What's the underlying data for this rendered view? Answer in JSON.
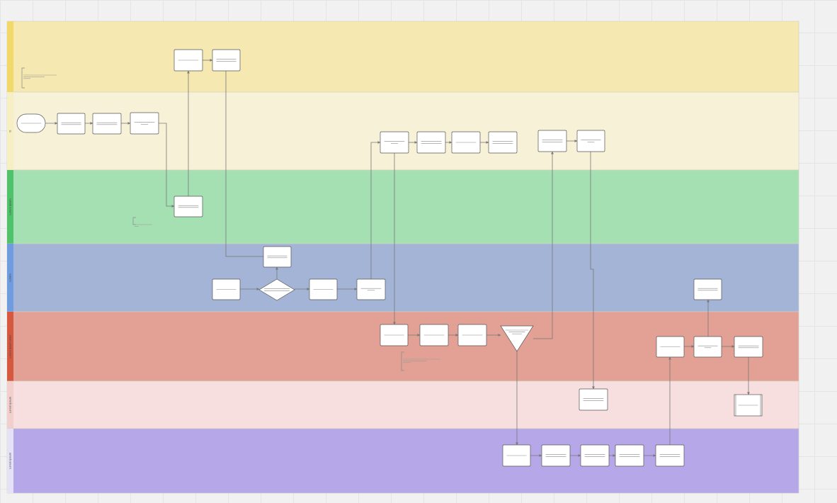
{
  "canvas": {
    "background": "#f1f1f1",
    "grid_color": "#e4e4e4"
  },
  "diagram": {
    "type": "swimlane-flowchart",
    "lanes": [
      {
        "id": "lane-1",
        "label": "",
        "color": "#f5e8b0",
        "header_color": "#f2d769"
      },
      {
        "id": "lane-2",
        "label": "G",
        "color": "#f7f2d7",
        "header_color": "#f6efc4"
      },
      {
        "id": "lane-3",
        "label": "Lorem ipsum",
        "color": "#a5e0b3",
        "header_color": "#4fc36c"
      },
      {
        "id": "lane-4",
        "label": "Lorem",
        "color": "#a3b4d6",
        "header_color": "#6f9be0"
      },
      {
        "id": "lane-5",
        "label": "Lorem ipsum dolor",
        "color": "#e3a195",
        "header_color": "#d5583f"
      },
      {
        "id": "lane-6",
        "label": "Lorem ipsum",
        "color": "#f6dfde",
        "header_color": "#f2cfcd"
      },
      {
        "id": "lane-7",
        "label": "Lorem ipsum",
        "color": "#b6a7e8",
        "header_color": "#e6e2f5"
      }
    ],
    "node_style": {
      "fill": "#ffffff",
      "stroke": "#555555",
      "line_color": "#888888"
    },
    "edge_color": "#777777",
    "nodes": [
      {
        "id": "n1",
        "shape": "rect",
        "lines": 1
      },
      {
        "id": "n2",
        "shape": "rect",
        "lines": 2
      },
      {
        "id": "n3",
        "shape": "terminal",
        "lines": 1
      },
      {
        "id": "n4",
        "shape": "rect",
        "lines": 2
      },
      {
        "id": "n5",
        "shape": "rect",
        "lines": 2
      },
      {
        "id": "n6",
        "shape": "rect",
        "lines": 2
      },
      {
        "id": "n7",
        "shape": "rect",
        "lines": 2
      },
      {
        "id": "n8",
        "shape": "rect",
        "lines": 2
      },
      {
        "id": "n9",
        "shape": "rect",
        "lines": 2
      },
      {
        "id": "n10",
        "shape": "rect",
        "lines": 1
      },
      {
        "id": "n11",
        "shape": "rect",
        "lines": 2
      },
      {
        "id": "n12",
        "shape": "rect",
        "lines": 2
      },
      {
        "id": "n13",
        "shape": "rect",
        "lines": 2
      },
      {
        "id": "n14",
        "shape": "rect",
        "lines": 2
      },
      {
        "id": "n15",
        "shape": "rect",
        "lines": 1
      },
      {
        "id": "n16",
        "shape": "decision",
        "lines": 2
      },
      {
        "id": "n17",
        "shape": "rect",
        "lines": 1
      },
      {
        "id": "n18",
        "shape": "rect",
        "lines": 2
      },
      {
        "id": "n19",
        "shape": "rect",
        "lines": 2
      },
      {
        "id": "n20",
        "shape": "rect",
        "lines": 1
      },
      {
        "id": "n21",
        "shape": "rect",
        "lines": 1
      },
      {
        "id": "n22",
        "shape": "rect",
        "lines": 1
      },
      {
        "id": "n23",
        "shape": "merge",
        "lines": 3
      },
      {
        "id": "n24",
        "shape": "rect",
        "lines": 1
      },
      {
        "id": "n25",
        "shape": "rect",
        "lines": 2
      },
      {
        "id": "n26",
        "shape": "rect",
        "lines": 2
      },
      {
        "id": "n27",
        "shape": "rect",
        "lines": 2
      },
      {
        "id": "n28",
        "shape": "document",
        "lines": 1
      },
      {
        "id": "n29",
        "shape": "rect",
        "lines": 1
      },
      {
        "id": "n30",
        "shape": "rect",
        "lines": 2
      },
      {
        "id": "n31",
        "shape": "rect",
        "lines": 2
      },
      {
        "id": "n32",
        "shape": "rect",
        "lines": 2
      },
      {
        "id": "n33",
        "shape": "rect",
        "lines": 2
      }
    ],
    "annotations": [
      {
        "id": "note-1",
        "lines": 3
      },
      {
        "id": "note-2",
        "lines": 2
      },
      {
        "id": "note-3",
        "lines": 3
      }
    ],
    "edges": [
      {
        "from": "n3",
        "to": "n4"
      },
      {
        "from": "n4",
        "to": "n5"
      },
      {
        "from": "n5",
        "to": "n6"
      },
      {
        "from": "n6",
        "to": "n7"
      },
      {
        "from": "n7",
        "to": "n1"
      },
      {
        "from": "n1",
        "to": "n2"
      },
      {
        "from": "n2",
        "to": "n15"
      },
      {
        "from": "n15",
        "to": "n16"
      },
      {
        "from": "n16",
        "to": "n14"
      },
      {
        "from": "n16",
        "to": "n17"
      },
      {
        "from": "n17",
        "to": "n18"
      },
      {
        "from": "n18",
        "to": "n8"
      },
      {
        "from": "n8",
        "to": "n9"
      },
      {
        "from": "n9",
        "to": "n10"
      },
      {
        "from": "n10",
        "to": "n11"
      },
      {
        "from": "n8",
        "to": "n20"
      },
      {
        "from": "n20",
        "to": "n21"
      },
      {
        "from": "n21",
        "to": "n22"
      },
      {
        "from": "n22",
        "to": "n23"
      },
      {
        "from": "n23",
        "to": "n12"
      },
      {
        "from": "n12",
        "to": "n13"
      },
      {
        "from": "n13",
        "to": "n27"
      },
      {
        "from": "n23",
        "to": "n29"
      },
      {
        "from": "n29",
        "to": "n30"
      },
      {
        "from": "n30",
        "to": "n31"
      },
      {
        "from": "n31",
        "to": "n32"
      },
      {
        "from": "n32",
        "to": "n33"
      },
      {
        "from": "n33",
        "to": "n24"
      },
      {
        "from": "n24",
        "to": "n25"
      },
      {
        "from": "n25",
        "to": "n19"
      },
      {
        "from": "n25",
        "to": "n26"
      },
      {
        "from": "n26",
        "to": "n28"
      }
    ]
  }
}
